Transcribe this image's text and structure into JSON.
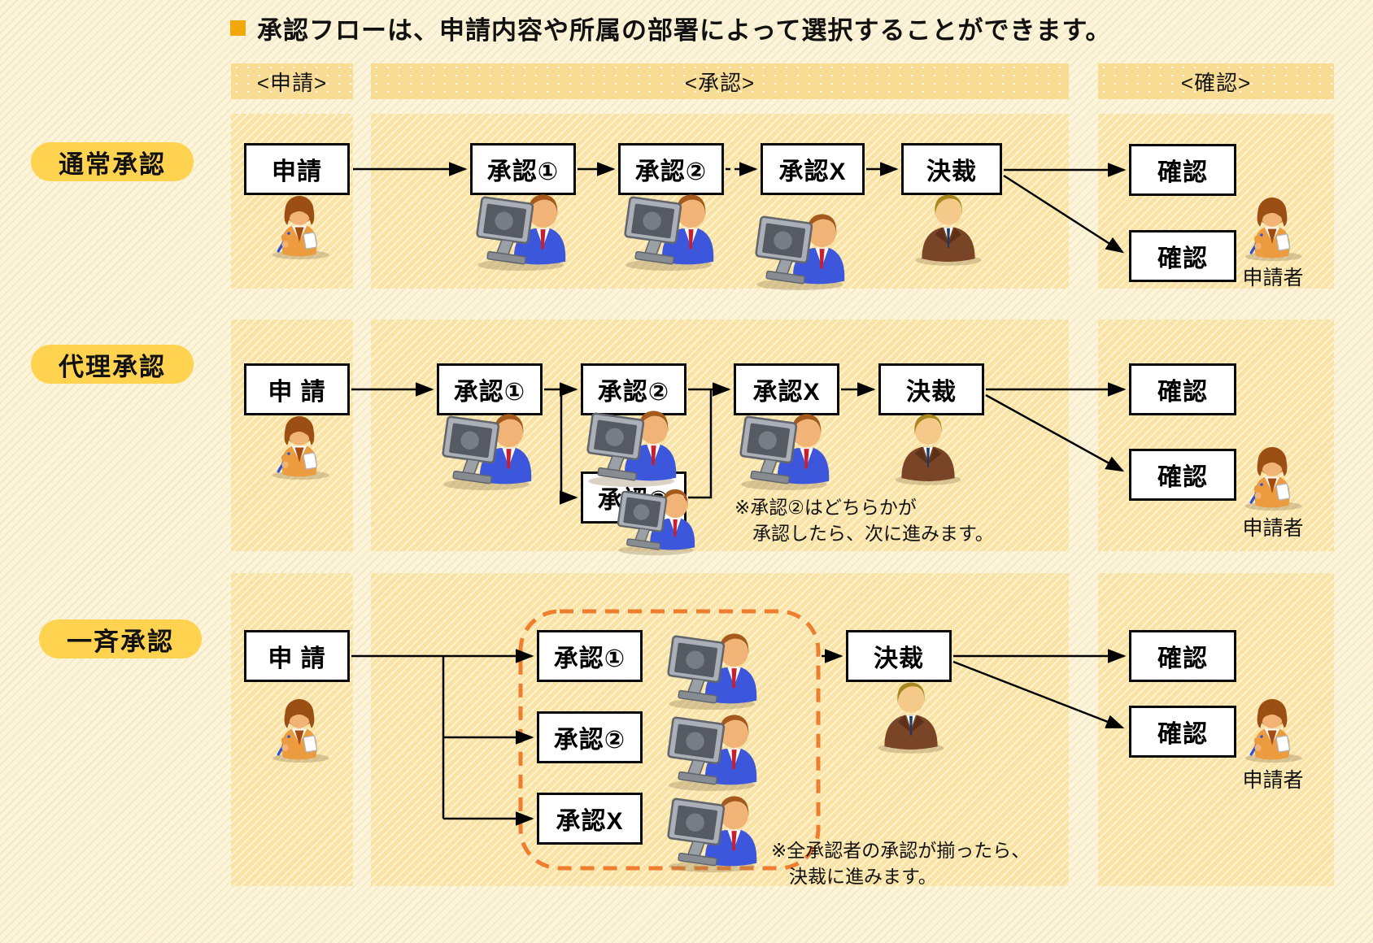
{
  "title": "承認フローは、申請内容や所属の部署によって選択することができます。",
  "column_headers": {
    "application": "<申請>",
    "approval": "<承認>",
    "confirmation": "<確認>"
  },
  "box_labels": {
    "apply": "申請",
    "apply_spaced": "申 請",
    "approve1": "承認①",
    "approve2": "承認②",
    "approveX": "承認X",
    "decide": "決裁",
    "confirm": "確認"
  },
  "applicant_label": "申請者",
  "rows": {
    "normal": {
      "label": "通常承認"
    },
    "proxy": {
      "label": "代理承認",
      "note": {
        "line1": "※承認②はどちらかが",
        "line2": "承認したら、次に進みます。"
      }
    },
    "simultaneous": {
      "label": "一斉承認",
      "note": {
        "line1": "※全承認者の承認が揃ったら、",
        "line2": "決裁に進みます。"
      }
    }
  },
  "icons": {
    "applicant": "woman-writing-icon",
    "approver": "man-at-monitor-icon",
    "decider": "brown-suit-man-icon"
  },
  "colors": {
    "page_bg": "#FCF5DC",
    "panel_bg": "#F9E2A2",
    "band_bg": "#F8DC94",
    "pill_bg": "#FFD24F",
    "title_bullet": "#F2A70A",
    "dashed_group_border": "#EE7D2F",
    "box_border": "#0A0A0A",
    "arrow": "#000000"
  }
}
